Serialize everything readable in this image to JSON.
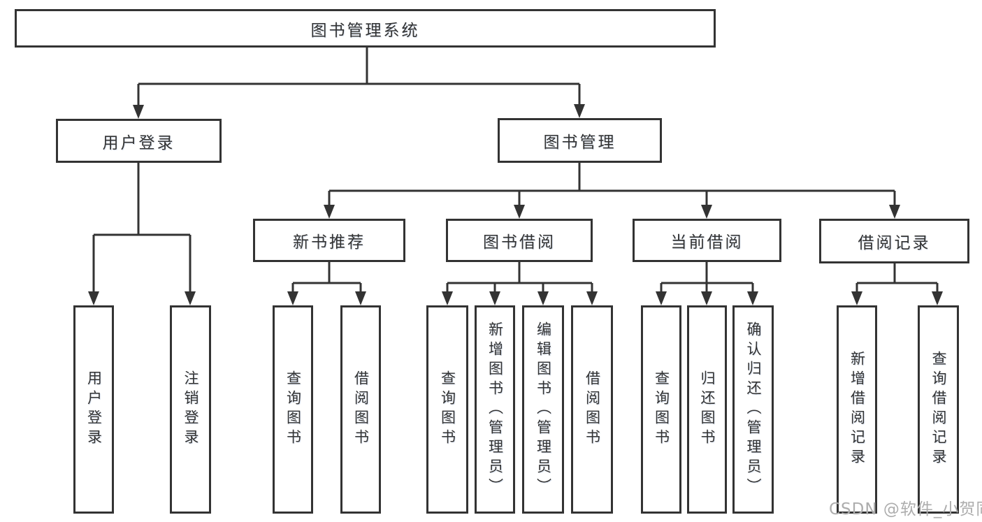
{
  "diagram_title": "图书管理系统",
  "tree": {
    "root": {
      "label": "图书管理系统"
    },
    "branches": [
      {
        "label": "用户登录",
        "children": [
          {
            "label": "用户登录"
          },
          {
            "label": "注销登录"
          }
        ]
      },
      {
        "label": "图书管理",
        "children": [
          {
            "label": "新书推荐",
            "children": [
              {
                "label": "查询图书"
              },
              {
                "label": "借阅图书"
              }
            ]
          },
          {
            "label": "图书借阅",
            "children": [
              {
                "label": "查询图书"
              },
              {
                "label": "新增图书（管理员）"
              },
              {
                "label": "编辑图书（管理员）"
              },
              {
                "label": "借阅图书"
              }
            ]
          },
          {
            "label": "当前借阅",
            "children": [
              {
                "label": "查询图书"
              },
              {
                "label": "归还图书"
              },
              {
                "label": "确认归还（管理员）"
              }
            ]
          },
          {
            "label": "借阅记录",
            "children": [
              {
                "label": "新增借阅记录"
              },
              {
                "label": "查询借阅记录"
              }
            ]
          }
        ]
      }
    ]
  },
  "watermark": {
    "text": "CSDN @软件_小贺同学"
  },
  "colors": {
    "line": "#333333",
    "box_border": "#333333",
    "text": "#333333",
    "watermark": "#adadad",
    "background": "#ffffff"
  }
}
